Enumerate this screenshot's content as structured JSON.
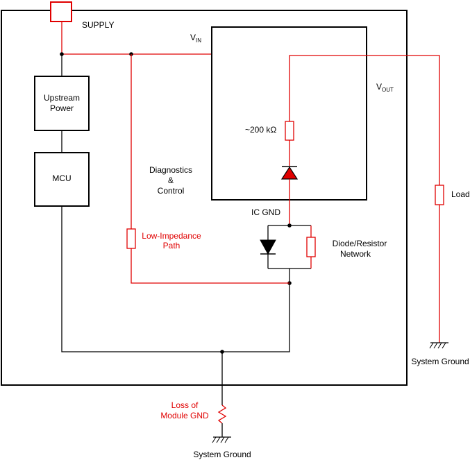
{
  "diagram": {
    "labels": {
      "supply": "SUPPLY",
      "vin_main": "V",
      "vin_sub": "IN",
      "vout_main": "V",
      "vout_sub": "OUT",
      "upstream_power_line1": "Upstream",
      "upstream_power_line2": "Power",
      "mcu": "MCU",
      "diagnostics_line1": "Diagnostics",
      "diagnostics_line2": "&",
      "diagnostics_line3": "Control",
      "resistor_200k": "~200 kΩ",
      "ic_gnd": "IC GND",
      "low_impedance_line1": "Low-Impedance",
      "low_impedance_line2": "Path",
      "network_line1": "Diode/Resistor",
      "network_line2": "Network",
      "load": "Load",
      "system_ground_right": "System Ground",
      "loss_line1": "Loss of",
      "loss_line2": "Module GND",
      "system_ground_bottom": "System Ground"
    },
    "colors": {
      "wire_black": "#000000",
      "wire_red": "#e00000",
      "background": "#ffffff"
    }
  }
}
